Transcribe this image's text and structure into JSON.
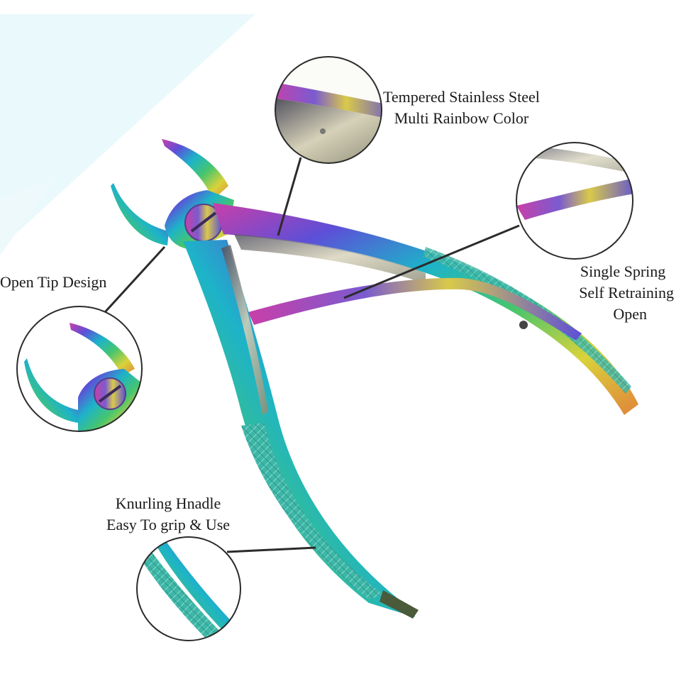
{
  "callouts": {
    "steel": {
      "line1": "Tempered Stainless Steel",
      "line2": "Multi Rainbow Color"
    },
    "spring": {
      "line1": "Single Spring",
      "line2": "Self Retraining",
      "line3": "Open"
    },
    "tip": {
      "line1": "Open Tip Design"
    },
    "handle": {
      "line1": "Knurling Hnadle",
      "line2": "Easy To grip & Use"
    }
  },
  "icons": {
    "product": "dental-extraction-forceps-icon"
  },
  "colors": {
    "background": "#ffffff",
    "text": "#1a1a1a",
    "leader": "#2b2b2b",
    "backdrop_tint": "#e8f8fb",
    "rainbow": [
      "#c93fa8",
      "#5d4fd8",
      "#1db3c9",
      "#46c56e",
      "#d9d23a",
      "#e0853a"
    ]
  }
}
